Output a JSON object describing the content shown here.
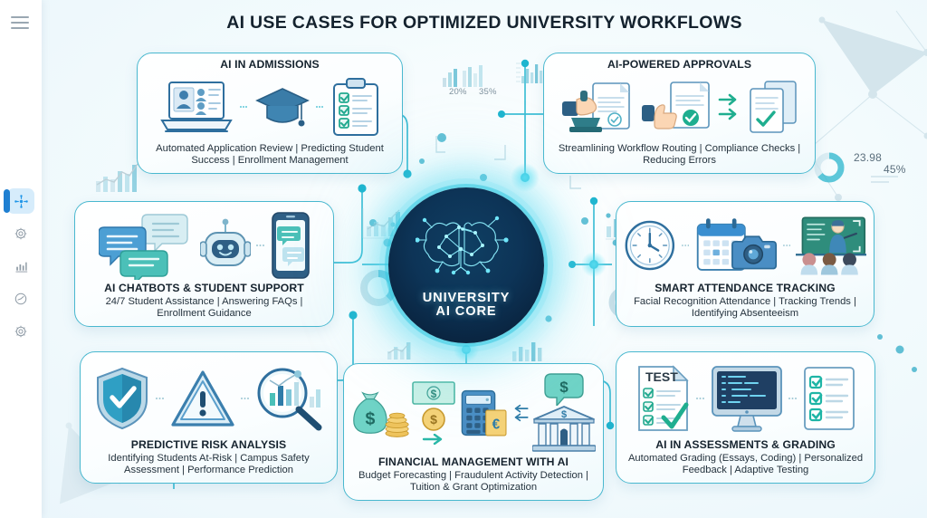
{
  "header": {
    "title": "AI USE CASES FOR OPTIMIZED UNIVERSITY WORKFLOWS"
  },
  "sidebar": {
    "menu_icon": "hamburger-menu-icon",
    "items": [
      {
        "icon": "ai-node-icon",
        "name": "ai-core",
        "active": true
      },
      {
        "icon": "gear-icon",
        "name": "settings",
        "active": false
      },
      {
        "icon": "bar-chart-icon",
        "name": "analytics",
        "active": false
      },
      {
        "icon": "gauge-icon",
        "name": "performance",
        "active": false
      },
      {
        "icon": "gear-icon",
        "name": "preferences",
        "active": false
      }
    ]
  },
  "hub": {
    "label_line1": "UNIVERSITY",
    "label_line2": "AI CORE",
    "icon": "ai-brain-network-icon"
  },
  "cards": [
    {
      "id": "admissions",
      "title": "AI IN ADMISSIONS",
      "desc": "Automated Application Review | Predicting Student Success | Enrollment Management",
      "icons": [
        "laptop-profiles-icon",
        "graduation-cap-icon",
        "clipboard-checklist-icon"
      ]
    },
    {
      "id": "approvals",
      "title": "AI-POWERED APPROVALS",
      "desc": "Streamlining Workflow Routing | Compliance Checks | Reducing Errors",
      "icons": [
        "hand-stamp-icon",
        "thumbs-up-document-icon",
        "documents-arrows-icon"
      ]
    },
    {
      "id": "chatbots",
      "title": "AI CHATBOTS & STUDENT SUPPORT",
      "desc": "24/7 Student Assistance | Answering FAQs | Enrollment Guidance",
      "icons": [
        "chat-bubbles-icon",
        "robot-icon",
        "smartphone-chat-icon"
      ]
    },
    {
      "id": "attendance",
      "title": "SMART ATTENDANCE TRACKING",
      "desc": "Facial Recognition Attendance | Tracking Trends | Identifying Absenteeism",
      "icons": [
        "clock-icon",
        "calendar-icon",
        "camera-icon",
        "classroom-icon"
      ]
    },
    {
      "id": "risk",
      "title": "PREDICTIVE RISK ANALYSIS",
      "desc": "Identifying Students At-Risk | Campus Safety Assessment | Performance Prediction",
      "icons": [
        "shield-check-icon",
        "warning-triangle-icon",
        "magnifier-chart-icon"
      ]
    },
    {
      "id": "financial",
      "title": "FINANCIAL MANAGEMENT WITH AI",
      "desc": "Budget Forecasting | Fraudulent Activity Detection | Tuition & Grant Optimization",
      "icons": [
        "money-bag-icon",
        "coins-icon",
        "banknote-icon",
        "calculator-icon",
        "dollar-bubble-icon",
        "bank-building-icon"
      ]
    },
    {
      "id": "assessments",
      "title": "AI IN ASSESSMENTS & GRADING",
      "desc": "Automated Grading (Essays, Coding) | Personalized Feedback | Adaptive Testing",
      "icons": [
        "test-paper-check-icon",
        "monitor-code-icon",
        "checklist-icon"
      ]
    }
  ],
  "decorations": {
    "stat_20": "20%",
    "stat_35": "35%",
    "stat_2398": "23.98",
    "stat_45": "45%"
  },
  "colors": {
    "accent_teal": "#2bbad2",
    "card_border": "#49b8cf",
    "hub_navy": "#0d3457",
    "title_dark": "#14222e",
    "sidebar_active": "#2196e8"
  }
}
